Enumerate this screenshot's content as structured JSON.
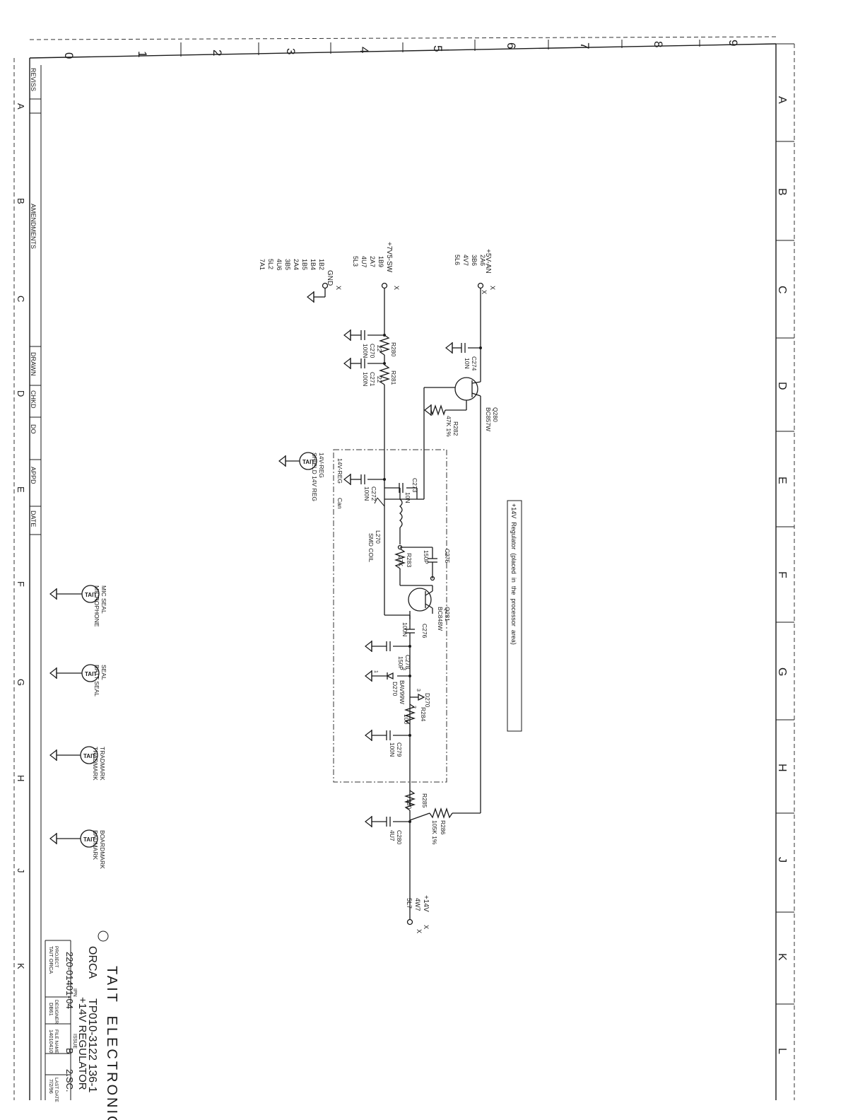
{
  "frame": {
    "columns": [
      "0",
      "1",
      "2",
      "3",
      "4",
      "5",
      "6",
      "7",
      "8",
      "9"
    ],
    "rows": [
      "A",
      "B",
      "C",
      "D",
      "E",
      "F",
      "G",
      "H",
      "J",
      "K",
      "L"
    ]
  },
  "revision_block": {
    "header": "REVISS",
    "amendments": "AMENDMENTS",
    "drawn": "DRAWN",
    "chkd": "CHKD",
    "do": "DO",
    "appd": "APPD",
    "date": "DATE",
    "rows": [
      "A",
      "B",
      "C",
      "D",
      "E",
      "F",
      "G",
      "H",
      "J",
      "K"
    ]
  },
  "schematic": {
    "nets": {
      "v5_an": {
        "label": "+5V-AN",
        "refs": [
          "2A6",
          "3B6",
          "4V7",
          "5L6"
        ]
      },
      "v7_5sw": {
        "label": "+7V5-SW",
        "refs": [
          "1B9",
          "2A7",
          "4U7",
          "5L3"
        ]
      },
      "gnd": {
        "label": "GND",
        "refs": [
          "1B2",
          "1B4",
          "1B5",
          "2A4",
          "3B5",
          "4U6",
          "5L2",
          "7A1"
        ]
      },
      "v14": {
        "label": "+14V",
        "refs": [
          "4W7",
          "5L7"
        ]
      }
    },
    "x_mark": "X",
    "components": {
      "q280": {
        "ref": "Q280",
        "value": "BC857W"
      },
      "q281": {
        "ref": "Q281",
        "value": "BC848W"
      },
      "c274": {
        "ref": "C274",
        "value": "10N"
      },
      "r282": {
        "ref": "R282",
        "value": "47K 1%"
      },
      "r280": {
        "ref": "R280",
        "value": "22"
      },
      "r281": {
        "ref": "R281",
        "value": "22"
      },
      "c270": {
        "ref": "C270",
        "value": "100N"
      },
      "c271": {
        "ref": "C271",
        "value": "100N"
      },
      "c272": {
        "ref": "C272",
        "value": "100N"
      },
      "c273": {
        "ref": "C273",
        "value": "10N"
      },
      "l270": {
        "ref": "L270",
        "value": "SMD COIL"
      },
      "r283": {
        "ref": "R283",
        "value": "27K"
      },
      "c275": {
        "ref": "C275",
        "value": "150P"
      },
      "c276": {
        "ref": "C276",
        "value": "100N"
      },
      "c278": {
        "ref": "C278",
        "value": "150P"
      },
      "d270": {
        "ref": "D270",
        "value": "BAV99W"
      },
      "r284": {
        "ref": "R284",
        "value": "100"
      },
      "c279": {
        "ref": "C279",
        "value": "100N"
      },
      "r285": {
        "ref": "R285",
        "value": "330"
      },
      "r286": {
        "ref": "R286",
        "value": "105K 1%"
      },
      "c280": {
        "ref": "C280",
        "value": "4U7"
      }
    },
    "pins": {
      "p1": "1",
      "p2": "2",
      "p3": "3"
    },
    "can_label_1": "14V-REG",
    "can_label_2": "Can",
    "note": "+14V  Regulator  (placed  in  the  processor  area)"
  },
  "seals": [
    {
      "name": "14V-REG",
      "desc": "SHIELD 14V REG"
    },
    {
      "name": "MIC SEAL",
      "desc": "MICROPHONE"
    },
    {
      "name": "SEAL",
      "desc": "BATT SEAL"
    },
    {
      "name": "TRADMARK",
      "desc": "TRADMARK"
    },
    {
      "name": "BOARDMARK",
      "desc": "BADMARK"
    }
  ],
  "seal_logo": "TAIT",
  "title_block": {
    "company": "TAIT  ELECTRONICS",
    "project": "ORCA",
    "drawing_no": "TP010-3122  136-1",
    "title": "+14V REGULATOR",
    "ipn_label": "IPN",
    "ipn": "220-01401-04",
    "issue_label": "ISSUE",
    "issue": "B",
    "sheet": "2.SC.",
    "project_label": "PROJECT",
    "project_value": "TAIT ORCA",
    "designer_label": "DESIGNER",
    "designer_value": "DB61",
    "file_label": "FILE NAME",
    "file_value": "14010410",
    "date_label": "LAST DATE",
    "date_value": "7/2/96"
  }
}
